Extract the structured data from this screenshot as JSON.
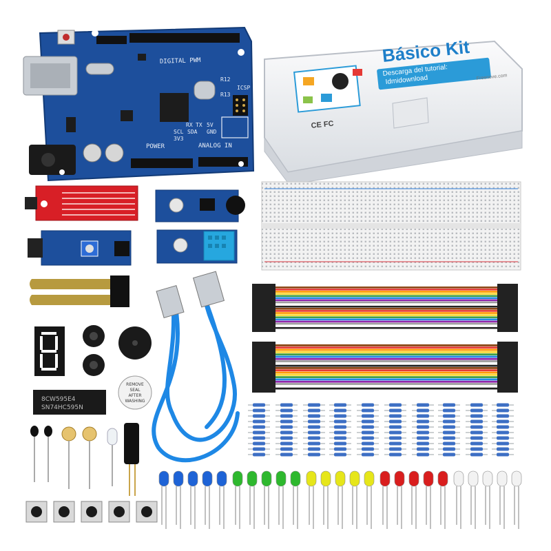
{
  "product": {
    "box_title": "Básico Kit",
    "box_subtitle_1": "Descarga del tutorial:",
    "box_subtitle_2": "Idmidownload",
    "box_small_text": "Freenove.com",
    "box_cert": "CE FC"
  },
  "board": {
    "digital_label": "DIGITAL PWM",
    "power_label": "POWER",
    "analog_label": "ANALOG IN",
    "pin_rx": "RX",
    "pin_tx": "TX",
    "pin_5v": "5V",
    "pin_gnd": "GND",
    "pin_sda": "SDA",
    "pin_scl": "SCL",
    "pin_33v": "3V3",
    "icsp_label": "ICSP",
    "r12_label": "R12",
    "r13_label": "R13"
  },
  "buzzer": {
    "sticker_line_1": "REMOVE",
    "sticker_line_2": "SEAL",
    "sticker_line_3": "AFTER",
    "sticker_line_4": "WASHING"
  },
  "chip": {
    "marking_1": "8CW595E4",
    "marking_2": "SN74HC595N"
  },
  "colors": {
    "board_blue": "#1d4f9c",
    "jumper_wire_colors": [
      "#8b4513",
      "#e53935",
      "#ff9800",
      "#fdd835",
      "#43a047",
      "#1e88e5",
      "#8e24aa",
      "#9e9e9e",
      "#ffffff",
      "#212121"
    ],
    "led_colors": [
      "#1e63d6",
      "#2eb82e",
      "#e6e61a",
      "#d91e1e",
      "#f2f2f2"
    ]
  }
}
